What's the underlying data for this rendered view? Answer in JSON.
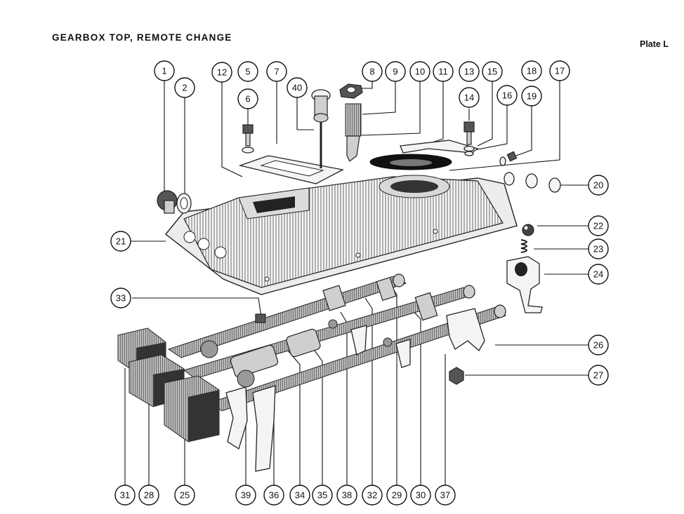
{
  "header": {
    "title": "GEARBOX TOP, REMOTE CHANGE",
    "plate": "Plate L"
  },
  "callouts": [
    "1",
    "2",
    "5",
    "6",
    "7",
    "8",
    "9",
    "10",
    "11",
    "12",
    "13",
    "14",
    "15",
    "16",
    "17",
    "18",
    "19",
    "20",
    "21",
    "22",
    "23",
    "24",
    "25",
    "26",
    "27",
    "28",
    "29",
    "30",
    "31",
    "32",
    "33",
    "34",
    "35",
    "36",
    "37",
    "38",
    "39",
    "40"
  ]
}
